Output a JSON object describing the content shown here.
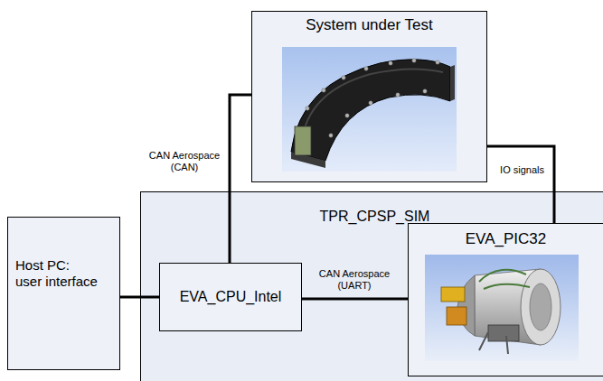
{
  "diagram": {
    "nodes": [
      {
        "text": [
          "System under Test"
        ]
      },
      {
        "text": [
          "Host PC: user interface"
        ]
      },
      {
        "text": [
          "TPR_CPSP_SIM"
        ]
      },
      {
        "text": [
          "EVA_CPU_Intel"
        ],
        "in": 2
      },
      {
        "text": [
          "EVA_PIC32"
        ],
        "in": 2
      }
    ],
    "edges": [
      {
        "from": 1,
        "to": 3,
        "arrow": "none"
      },
      {
        "from": 0,
        "to": 3,
        "label": "CAN Aerospace (CAN)",
        "arrow": "none"
      },
      {
        "from": 3,
        "to": 4,
        "label": "CAN Aerospace (UART)",
        "arrow": "none"
      },
      {
        "from": 0,
        "to": 4,
        "label": "IO signals",
        "arrow": "none"
      }
    ]
  }
}
